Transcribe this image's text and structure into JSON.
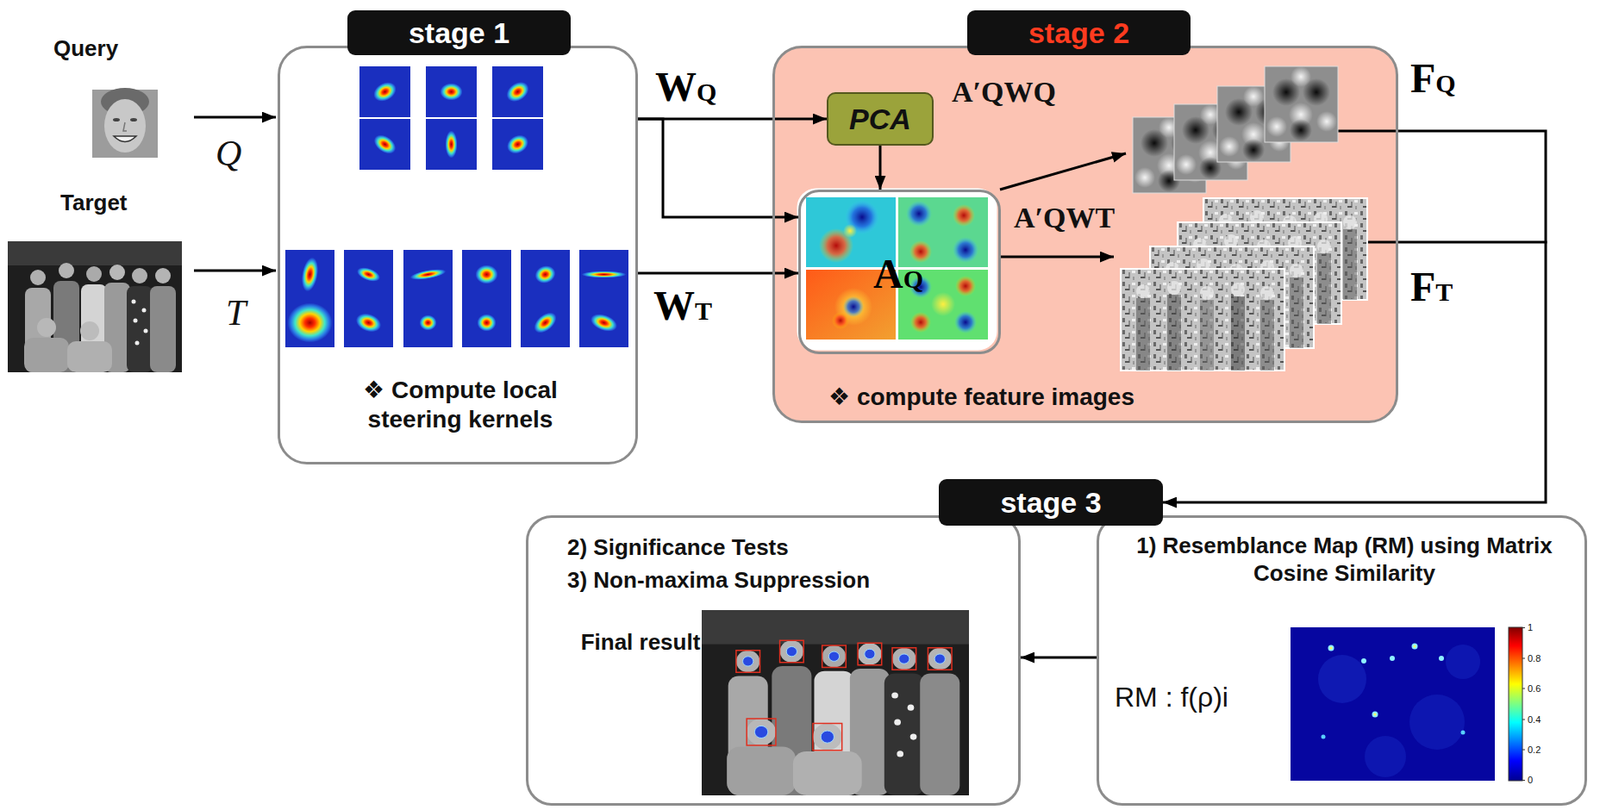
{
  "diagram": {
    "nodes": [
      {
        "text": [
          "stage 1",
          "❖ Compute local steering kernels"
        ]
      },
      {
        "text": [
          "stage 2",
          "❖ compute feature images"
        ]
      },
      {
        "text": [
          "PCA"
        ],
        "in": 1
      },
      {
        "text": [
          "AQ"
        ],
        "in": 1
      },
      {
        "text": [
          "stage 3"
        ]
      },
      {
        "text": [
          "2) Significance Tests",
          "3) Non-maxima Suppression",
          "Final result"
        ]
      },
      {
        "text": [
          "1) Resemblance Map (RM) using Matrix Cosine Similarity",
          "RM : f(ρ)i"
        ]
      }
    ],
    "edges": [
      {
        "from": 0,
        "to": 2,
        "label": "WQ",
        "arrow": "to"
      },
      {
        "from": 0,
        "to": 3,
        "arrow": "to"
      },
      {
        "from": 0,
        "to": 3,
        "label": "WT",
        "arrow": "to"
      },
      {
        "from": 2,
        "to": 3,
        "arrow": "to"
      },
      {
        "from": 1,
        "to": 4,
        "label": "FQ",
        "arrow": "to"
      },
      {
        "from": 6,
        "to": 5,
        "arrow": "to"
      }
    ],
    "labels": [
      "Query",
      "Target",
      "Q",
      "T",
      "A′QWQ",
      "A′QWT",
      "FT",
      "1",
      "0.8",
      "0.6",
      "0.4",
      "0.2",
      "0"
    ]
  }
}
